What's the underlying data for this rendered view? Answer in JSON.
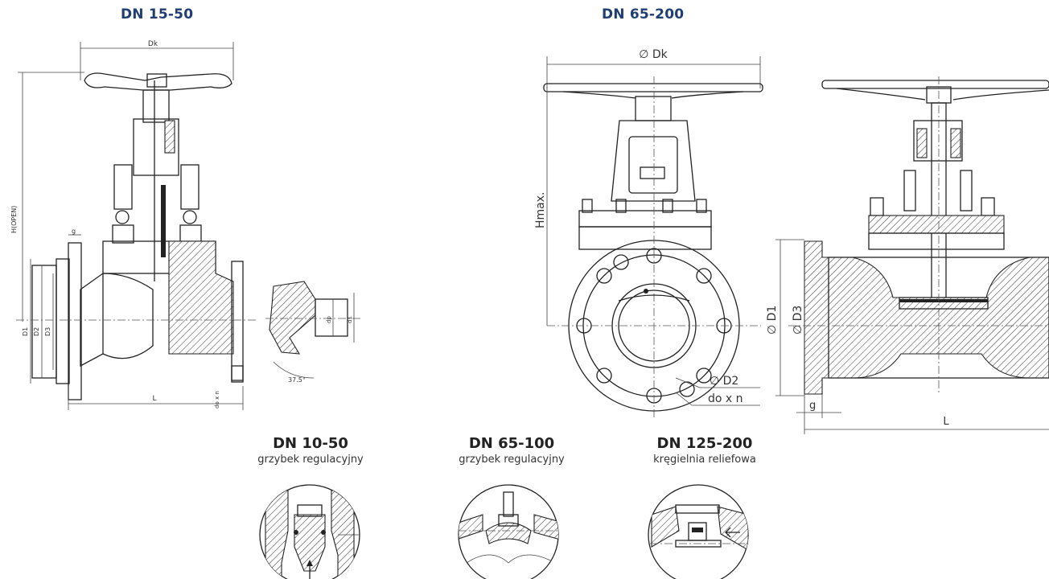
{
  "titles": {
    "left": "DN 15-50",
    "right": "DN 65-200"
  },
  "left_drawing": {
    "labels": {
      "dk": "Dk",
      "h_open": "H(OPEN)",
      "g": "g",
      "d1": "D1",
      "d2": "D2",
      "d3": "D3",
      "l": "L",
      "do_x_n": "do x n",
      "dp": "dp",
      "d1_socket": "d1",
      "angle": "37.5°"
    }
  },
  "right_drawing": {
    "labels": {
      "dk": "∅ Dk",
      "hmax": "Hmax.",
      "d2": "∅ D2",
      "do_x_n": "do x n",
      "d1": "∅ D1",
      "d3": "∅ D3",
      "g": "g",
      "l": "L"
    }
  },
  "details": [
    {
      "dn": "DN 10-50",
      "desc": "grzybek regulacyjny"
    },
    {
      "dn": "DN 65-100",
      "desc": "grzybek regulacyjny"
    },
    {
      "dn": "DN 125-200",
      "desc": "kręgielnia reliefowa"
    }
  ],
  "colors": {
    "title_blue": "#1f3f73",
    "line": "#222222"
  }
}
